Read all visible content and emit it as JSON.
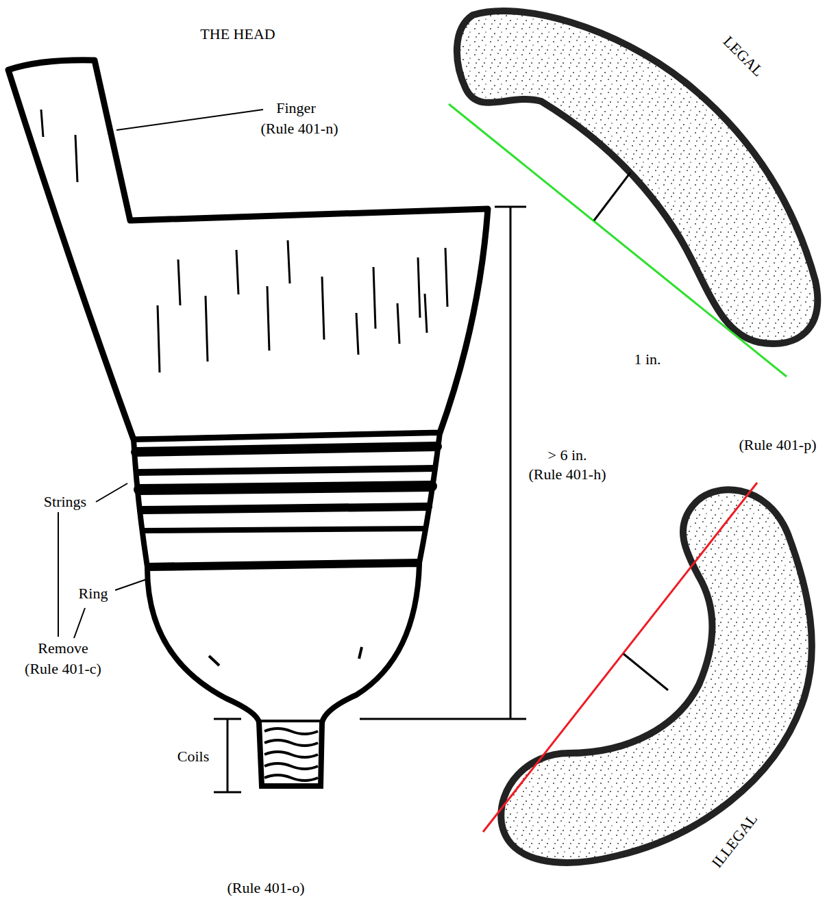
{
  "diagram": {
    "title": "THE HEAD",
    "labels": [
      "Finger",
      "(Rule 401-n)",
      "LEGAL",
      "1 in.",
      "(Rule 401-p)",
      "> 6 in.",
      "(Rule 401-h)",
      "Strings",
      "Ring",
      "Remove",
      "(Rule 401-c)",
      "Coils",
      "ILLEGAL",
      "(Rule 401-o)"
    ]
  }
}
